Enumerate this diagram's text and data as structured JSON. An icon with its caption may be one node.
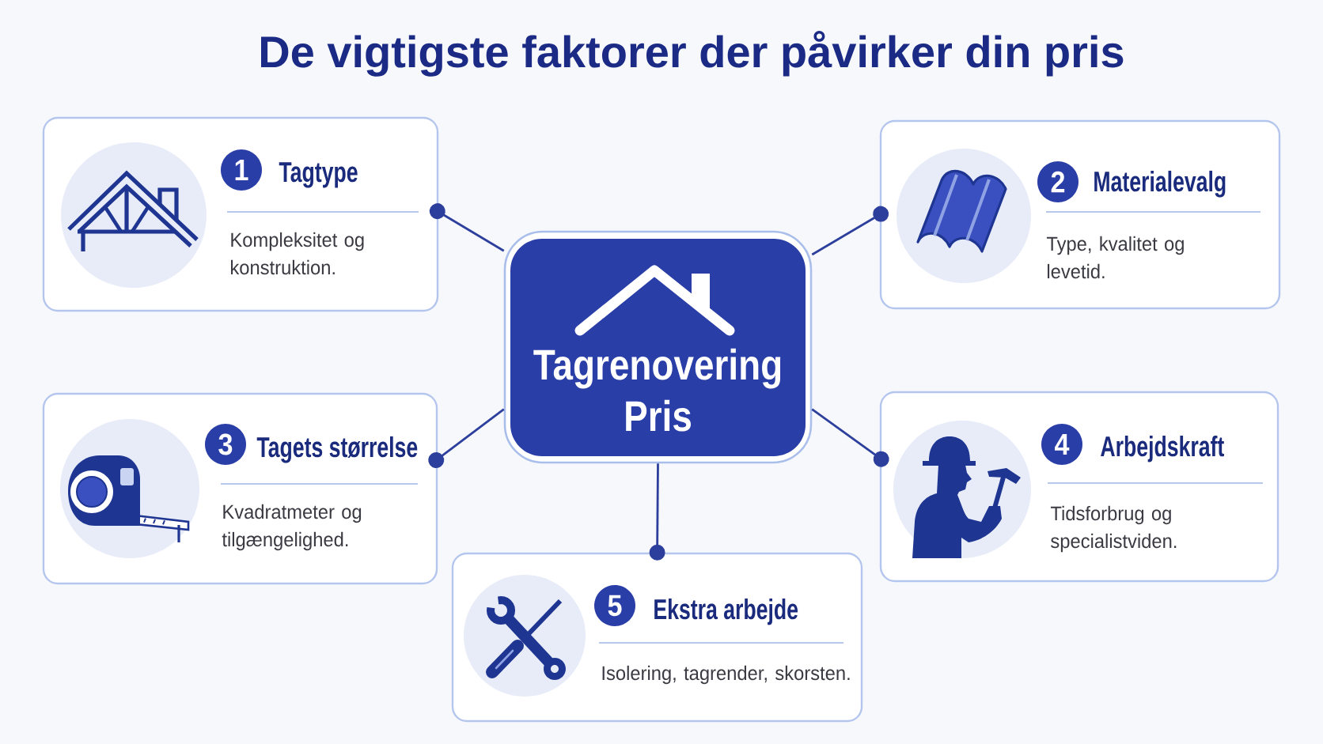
{
  "diagram": {
    "title": "De vigtigste faktorer der påvirker din pris",
    "nodes": [
      {
        "text": [
          "Tagtype",
          "Kompleksitet og konstruktion."
        ]
      },
      {
        "text": [
          "1"
        ],
        "in": 0
      },
      {
        "text": [
          "Materialevalg",
          "Type, kvalitet og levetid."
        ]
      },
      {
        "text": [
          "2"
        ],
        "in": 2
      },
      {
        "text": [
          "Tagrenovering Pris"
        ]
      },
      {
        "text": [
          "Tagets størrelse",
          "Kvadratmeter og tilgængelighed."
        ]
      },
      {
        "text": [
          "3"
        ],
        "in": 5
      },
      {
        "text": [
          "Arbejdskraft",
          "Tidsforbrug og specialistviden."
        ]
      },
      {
        "text": [
          "4"
        ],
        "in": 7
      },
      {
        "text": [
          "Ekstra arbejde",
          "Isolering, tagrender, skorsten."
        ]
      },
      {
        "text": [
          "5"
        ],
        "in": 9
      }
    ],
    "edges": [
      {
        "from": 4,
        "to": 0,
        "arrow": "other"
      },
      {
        "from": 4,
        "to": 2,
        "arrow": "other"
      },
      {
        "from": 4,
        "to": 5,
        "arrow": "other"
      },
      {
        "from": 4,
        "to": 7,
        "arrow": "other"
      },
      {
        "from": 4,
        "to": 9,
        "arrow": "other"
      }
    ]
  }
}
